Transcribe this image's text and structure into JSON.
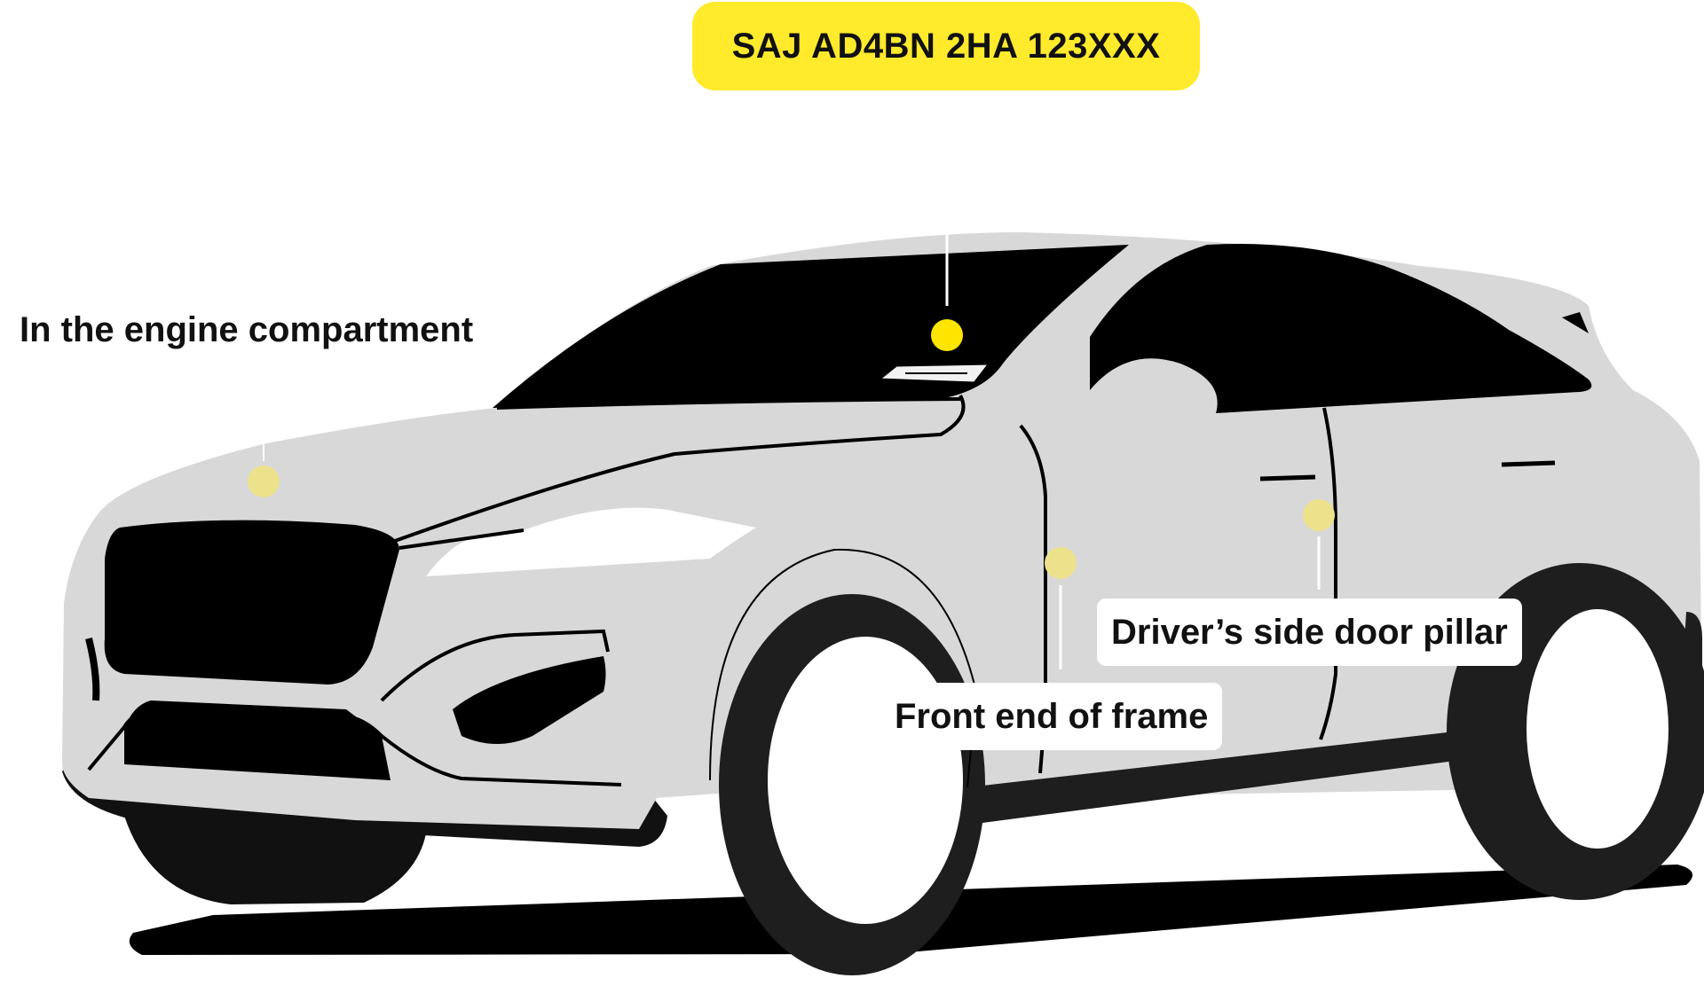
{
  "vin": {
    "text": "SAJ AD4BN 2HA 123XXX",
    "badge_color": "#ffea2b"
  },
  "locations": [
    {
      "id": "dashboard",
      "label": ""
    },
    {
      "id": "engine",
      "label": "In the engine compartment"
    },
    {
      "id": "door-pillar",
      "label": "Driver’s side door pillar"
    },
    {
      "id": "frame",
      "label": "Front end of frame"
    }
  ],
  "colors": {
    "body": "#d8d8d8",
    "glass": "#000000",
    "tire": "#1e1e1e",
    "rim": "#ffffff",
    "marker": "#ffe500",
    "marker_faded": "#ede28c",
    "shadow": "#000000"
  }
}
